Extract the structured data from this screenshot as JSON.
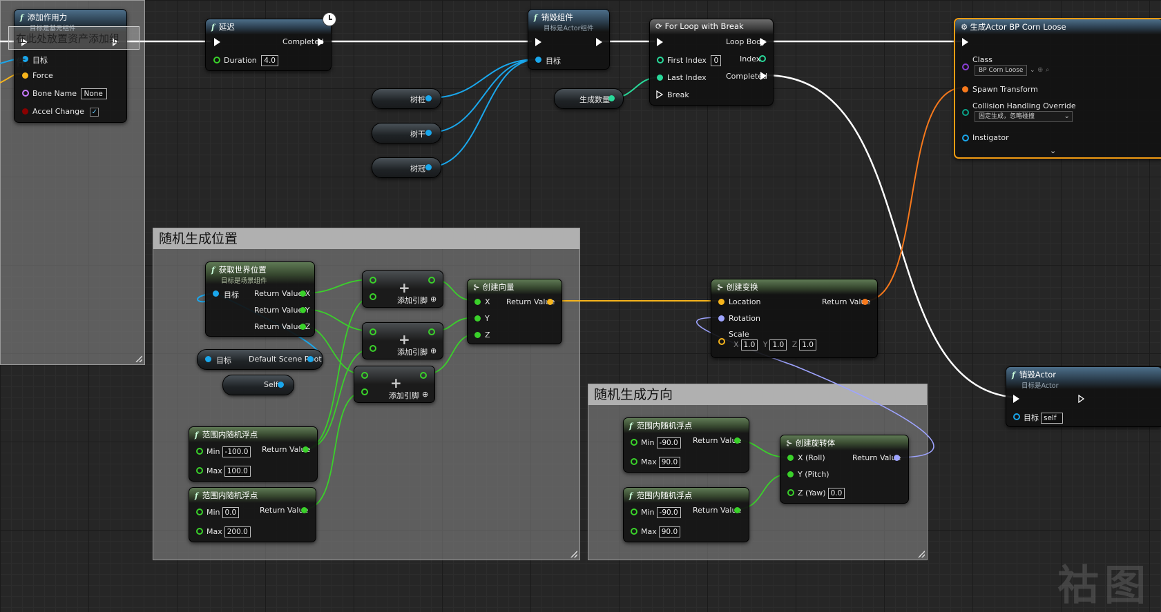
{
  "colors": {
    "exec": "#ffffff",
    "object": "#1aa7ec",
    "float": "#3ad12a",
    "vector": "#f7b51c",
    "rotator": "#9ea4ff",
    "transform": "#f7791c",
    "class": "#8b3fd6",
    "name": "#c97bff",
    "bool": "#8a0000",
    "int": "#29d99a",
    "orange_highlight": "#f39c12"
  },
  "tooltip": "在此处放置资产添加组件。",
  "nodes": {
    "add_force": {
      "title": "添加作用力",
      "subtitle": "目标是基元组件",
      "target": "目标",
      "force": "Force",
      "bone_name": "Bone Name",
      "bone_value": "None",
      "accel": "Accel Change"
    },
    "delay": {
      "title": "延迟",
      "completed": "Completed",
      "duration": "Duration",
      "duration_value": "4.0"
    },
    "destroy_comp": {
      "title": "销毁组件",
      "subtitle": "目标是Actor组件",
      "target": "目标"
    },
    "for_loop": {
      "title": "For Loop with Break",
      "loop_body": "Loop Body",
      "first_index": "First Index",
      "first_value": "0",
      "index": "Index",
      "last_index": "Last Index",
      "completed": "Completed",
      "break": "Break"
    },
    "spawn_actor": {
      "title": "生成Actor BP Corn Loose",
      "class": "Class",
      "class_value": "BP Corn Loose",
      "spawn_transform": "Spawn Transform",
      "collision": "Collision Handling Override",
      "collision_value": "固定生成，忽略碰撞",
      "instigator": "Instigator"
    },
    "vars": {
      "stump": "树桩",
      "trunk": "树干",
      "crown": "树冠",
      "spawn_count": "生成数量",
      "default_root_target": "目标",
      "default_root": "Default Scene Root",
      "self": "Self"
    },
    "get_world_loc": {
      "title": "获取世界位置",
      "subtitle": "目标是场景组件",
      "target": "目标",
      "rx": "Return Value X",
      "ry": "Return Value Y",
      "rz": "Return Value Z"
    },
    "add1": {
      "label": "添加引脚"
    },
    "add2": {
      "label": "添加引脚"
    },
    "add3": {
      "label": "添加引脚"
    },
    "make_vector": {
      "title": "创建向量",
      "x": "X",
      "y": "Y",
      "z": "Z",
      "ret": "Return Value"
    },
    "make_transform": {
      "title": "创建变换",
      "location": "Location",
      "rotation": "Rotation",
      "scale": "Scale",
      "sx_label": "X",
      "sx": "1.0",
      "sy_label": "Y",
      "sy": "1.0",
      "sz_label": "Z",
      "sz": "1.0",
      "ret": "Return Value"
    },
    "rand1": {
      "title": "范围内随机浮点",
      "min": "Min",
      "min_value": "-100.0",
      "max": "Max",
      "max_value": "100.0",
      "ret": "Return Value"
    },
    "rand2": {
      "title": "范围内随机浮点",
      "min": "Min",
      "min_value": "0.0",
      "max": "Max",
      "max_value": "200.0",
      "ret": "Return Value"
    },
    "rand3": {
      "title": "范围内随机浮点",
      "min": "Min",
      "min_value": "-90.0",
      "max": "Max",
      "max_value": "90.0",
      "ret": "Return Value"
    },
    "rand4": {
      "title": "范围内随机浮点",
      "min": "Min",
      "min_value": "-90.0",
      "max": "Max",
      "max_value": "90.0",
      "ret": "Return Value"
    },
    "make_rotator": {
      "title": "创建旋转体",
      "roll": "X (Roll)",
      "pitch": "Y (Pitch)",
      "yaw": "Z (Yaw)",
      "yaw_value": "0.0",
      "ret": "Return Value"
    },
    "destroy_actor": {
      "title": "销毁Actor",
      "subtitle": "目标是Actor",
      "target": "目标",
      "self": "self"
    }
  },
  "comments": {
    "random_location": "随机生成位置",
    "random_rotation": "随机生成方向"
  },
  "watermark": "祜图"
}
